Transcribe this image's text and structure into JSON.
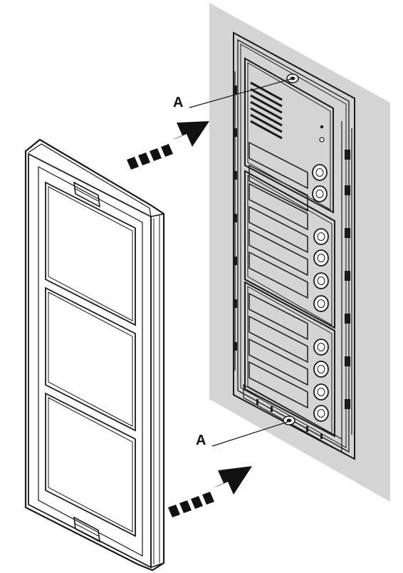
{
  "diagram": {
    "callouts": [
      {
        "id": "top",
        "label": "A"
      },
      {
        "id": "bottom",
        "label": "A"
      }
    ],
    "arrows": [
      {
        "id": "upper",
        "direction": "right-up"
      },
      {
        "id": "lower",
        "direction": "right-up"
      }
    ],
    "frame": {
      "window_count": 3
    },
    "panel": {
      "modules": [
        {
          "name": "audio-module",
          "speaker_grille": true,
          "buttons": 2
        },
        {
          "name": "button-module-1",
          "buttons": 4
        },
        {
          "name": "button-module-2",
          "buttons": 4
        }
      ]
    },
    "colors": {
      "wall": "#d4d4d4",
      "line": "#1a1a1a",
      "arrow": "#111111",
      "surface": "#ffffff"
    }
  }
}
